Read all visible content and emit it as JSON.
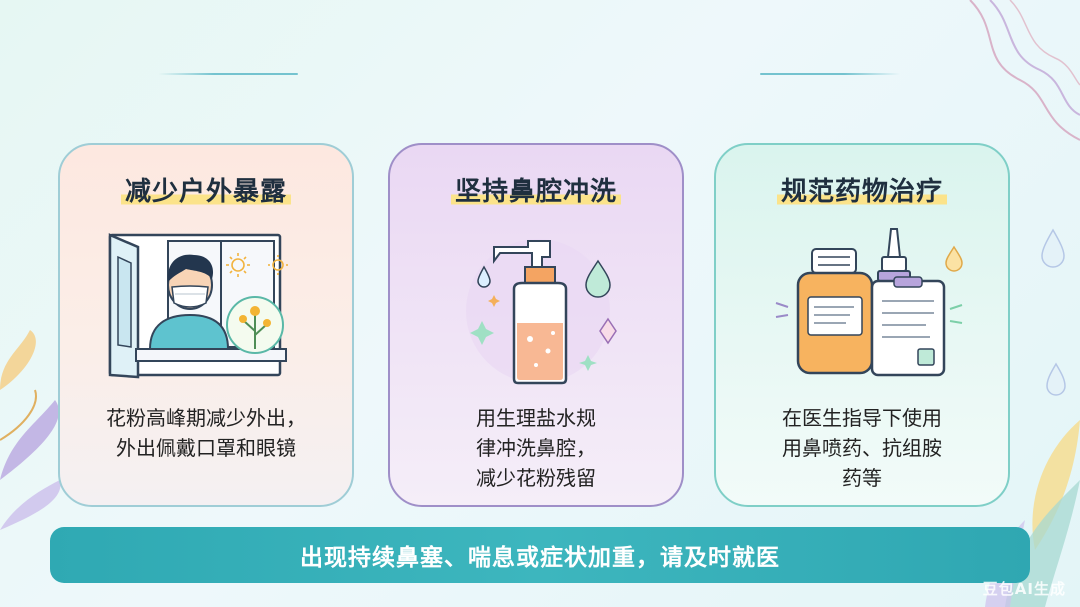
{
  "cards": [
    {
      "title": "减少户外暴露",
      "description": "花粉高峰期减少外出，\n外出佩戴口罩和眼镜",
      "illustration": "person-with-mask-at-window-icon"
    },
    {
      "title": "坚持鼻腔冲洗",
      "description": "用生理盐水规\n律冲洗鼻腔，\n减少花粉残留",
      "illustration": "saline-bottle-icon"
    },
    {
      "title": "规范药物治疗",
      "description": "在医生指导下使用\n用鼻喷药、抗组胺\n药等",
      "illustration": "medicine-bottles-icon"
    }
  ],
  "banner": {
    "text": "出现持续鼻塞、喘息或症状加重，请及时就医"
  },
  "watermark": "豆包AI生成",
  "colors": {
    "banner": "#35b0b9",
    "highlight": "#fbe38a",
    "card1_border": "#9fcdd6",
    "card2_border": "#9f8fc8",
    "card3_border": "#7fcfc7"
  }
}
